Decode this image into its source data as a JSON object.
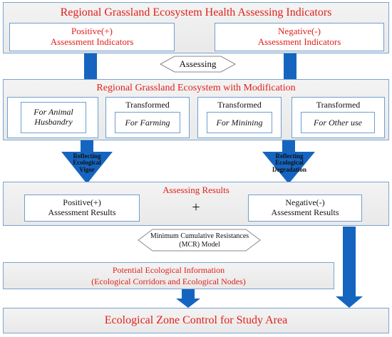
{
  "colors": {
    "accent_red": "#e0201a",
    "arrow_blue": "#1565c0",
    "border_blue": "#6f9ed0"
  },
  "top": {
    "title": "Regional Grassland Ecosystem Health Assessing Indicators",
    "positive": "Positive(+)\nAssessment Indicators",
    "negative": "Negative(-)\nAssessment Indicators"
  },
  "assessing_label": "Assessing",
  "modification": {
    "title": "Regional Grassland Ecosystem with Modification",
    "cards": [
      {
        "header": "",
        "label": "For Animal\nHusbandry"
      },
      {
        "header": "Transformed",
        "label": "For Farming"
      },
      {
        "header": "Transformed",
        "label": "For Minining"
      },
      {
        "header": "Transformed",
        "label": "For Other use"
      }
    ]
  },
  "arrows": {
    "left_label": "Reflecting\nEcological\nVigor",
    "right_label": "Reflecting\nEcological\nDegradation"
  },
  "results": {
    "title": "Assessing Results",
    "positive": "Positive(+)\nAssessment Results",
    "plus": "+",
    "negative": "Negative(-)\nAssessment Results"
  },
  "mcr_label": "Minimum Cumulative Resistances\n(MCR) Model",
  "potential": {
    "line1": "Potential Ecological Information",
    "line2": "(Ecological Corridors and Ecological Nodes)"
  },
  "final": "Ecological Zone Control for Study Area"
}
